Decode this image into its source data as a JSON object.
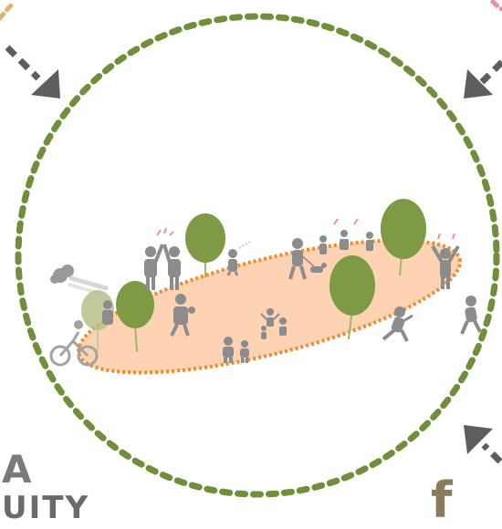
{
  "diagram": {
    "corner_label": "A",
    "cut_off_text": "UITY",
    "cut_off_glyph": "f",
    "colors": {
      "circle": "#6f8f3a",
      "zone_fill": "#fdd3b4",
      "zone_stroke": "#f08a2c",
      "arrow": "#5e5e5e",
      "tree": "#7f9a45",
      "tree_faded": "#b7c08a",
      "figure": "#8c8c8c",
      "accent_pink": "#ef8f9d",
      "accent_orange": "#e3b36b"
    },
    "icons": [
      "dashed-arrow-top-left-icon",
      "dashed-arrow-top-right-icon",
      "dashed-arrow-bottom-right-icon",
      "tree-icon",
      "person-icon",
      "cyclist-icon",
      "dog-walker-icon",
      "family-icon",
      "cheering-person-icon",
      "dancing-person-icon",
      "running-person-icon",
      "motion-cloud-icon"
    ]
  }
}
